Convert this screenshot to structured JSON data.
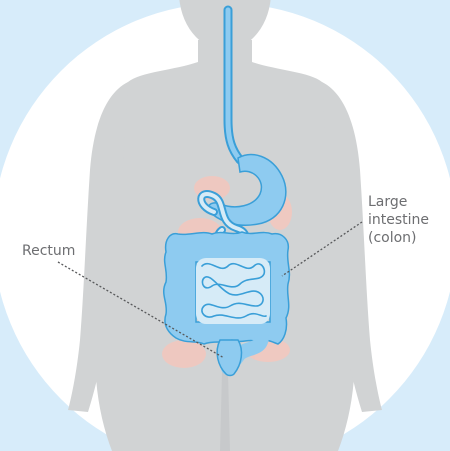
{
  "labels": {
    "rectum": "Rectum",
    "large_intestine": {
      "line1": "Large",
      "line2": "intestine",
      "line3": "(colon)"
    }
  },
  "colors": {
    "background": "#d7ecfa",
    "circle": "#ffffff",
    "silhouette": "#d1d3d4",
    "organ_fill": "#8ecbf0",
    "organ_outline": "#3a9fd8",
    "small_intestine_fill": "#d6ebf7",
    "pancreas_liver_tint": "#f4c7bd",
    "label_text": "#6d6e71",
    "leader_line": "#58595b"
  }
}
